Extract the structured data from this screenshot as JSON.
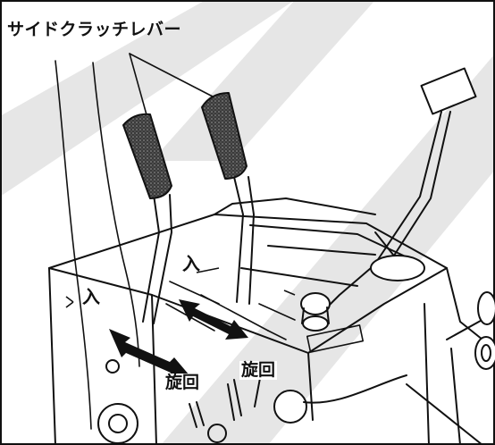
{
  "labels": {
    "side_clutch_lever": "サイドクラッチレバー",
    "engage_left": "入",
    "engage_right": "入",
    "turn_left": "旋回",
    "turn_right": "旋回"
  },
  "colors": {
    "ink": "#111111",
    "watermark": "#e6e6e6",
    "grip_fill": "#3a3a3a",
    "background": "#ffffff"
  },
  "icons": [
    "double-arrow-icon",
    "lever-grip-icon"
  ]
}
